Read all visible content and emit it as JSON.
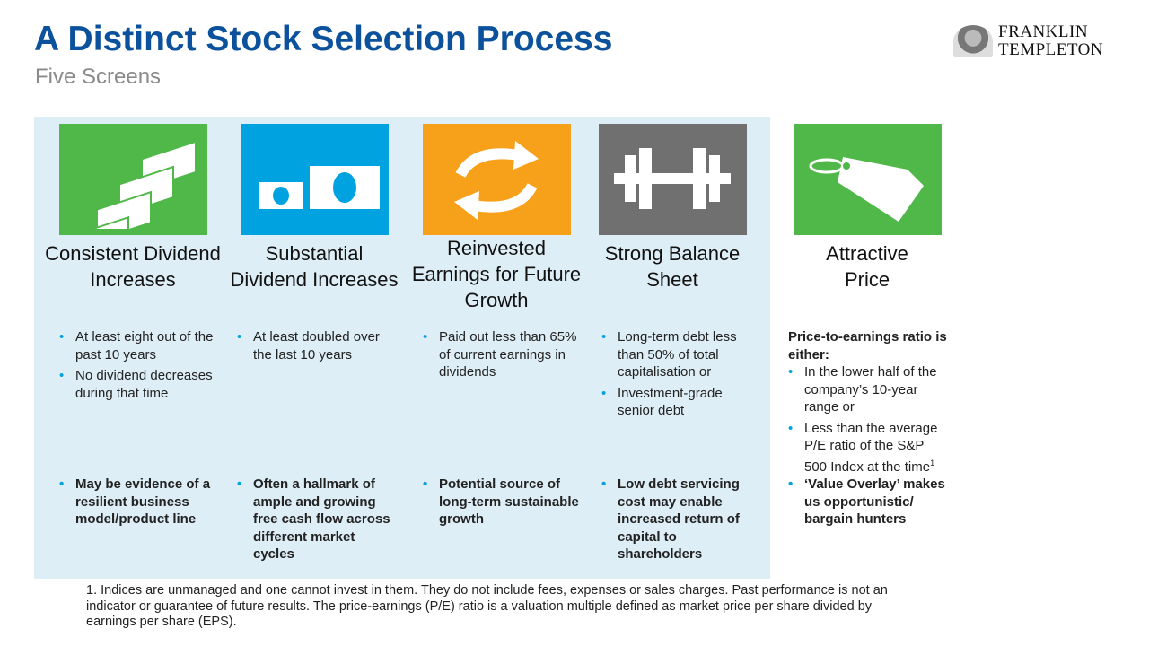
{
  "header": {
    "title": "A Distinct Stock Selection Process",
    "subtitle": "Five Screens",
    "logo_text": [
      "FRANKLIN",
      "TEMPLETON"
    ]
  },
  "colors": {
    "green": "#50b848",
    "blue": "#00a3e0",
    "orange": "#f7a11a",
    "gray": "#707070",
    "panel": "#deeef6",
    "title": "#0b519b"
  },
  "screens": [
    {
      "icon": "stacked-banknotes-icon",
      "title": "Consistent Dividend Increases",
      "bullets": [
        "At least eight out of the past 10 years",
        "No dividend decreases during that time"
      ],
      "takeaway": "May be evidence of a resilient business model/product line"
    },
    {
      "icon": "growing-banknote-icon",
      "title": "Substantial Dividend Increases",
      "bullets": [
        "At least doubled over the last 10 years"
      ],
      "takeaway": "Often a hallmark of ample and growing free cash flow across different market cycles"
    },
    {
      "icon": "recycle-arrows-icon",
      "title": "Reinvested Earnings for Future Growth",
      "bullets": [
        "Paid out less than 65% of current earnings in dividends"
      ],
      "takeaway": "Potential source of long-term sustainable growth"
    },
    {
      "icon": "dumbbell-icon",
      "title": "Strong Balance Sheet",
      "bullets": [
        "Long-term debt less than 50% of total capitalisation or",
        "Investment-grade senior debt"
      ],
      "takeaway": "Low debt servicing cost may enable increased return of capital to shareholders"
    },
    {
      "icon": "price-tag-icon",
      "title": "Attractive Price",
      "intro": "Price-to-earnings ratio is either:",
      "bullets": [
        "In the lower half of the company’s 10-year range or",
        "Less than the average P/E ratio of the S&P 500 Index at the time"
      ],
      "footnote_ref": "1",
      "takeaway": "‘Value Overlay’ makes us opportunistic/ bargain hunters"
    }
  ],
  "footnote": "1. Indices are unmanaged and one cannot invest in them. They do not include fees, expenses or sales charges. Past performance is not an indicator or guarantee of future results. The price-earnings (P/E) ratio is a valuation multiple defined as market price per share divided by earnings per share (EPS)."
}
